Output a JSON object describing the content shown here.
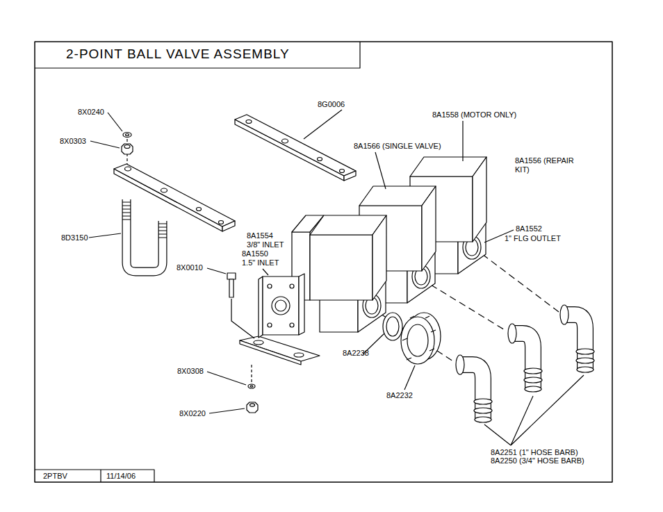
{
  "diagram": {
    "title": "2-POINT BALL VALVE ASSEMBLY",
    "labels": [
      "8X0240",
      "8X0303",
      "8G0006",
      "8A1558 (MOTOR ONLY)",
      "8A1566 (SINGLE VALVE)",
      "8A1556 (REPAIR KIT)",
      "8A1552",
      "1\" FLG OUTLET",
      "8D3150",
      "8A1554 3/8\" INLET",
      "8A1550 1.5\" INLET",
      "8X0010",
      "8A2238",
      "8A2232",
      "8X0308",
      "8X0220",
      "8A2251 (1\" HOSE BARB)",
      "8A2250 (3/4\" HOSE BARB)",
      "2PTBV",
      "11/14/06"
    ]
  }
}
